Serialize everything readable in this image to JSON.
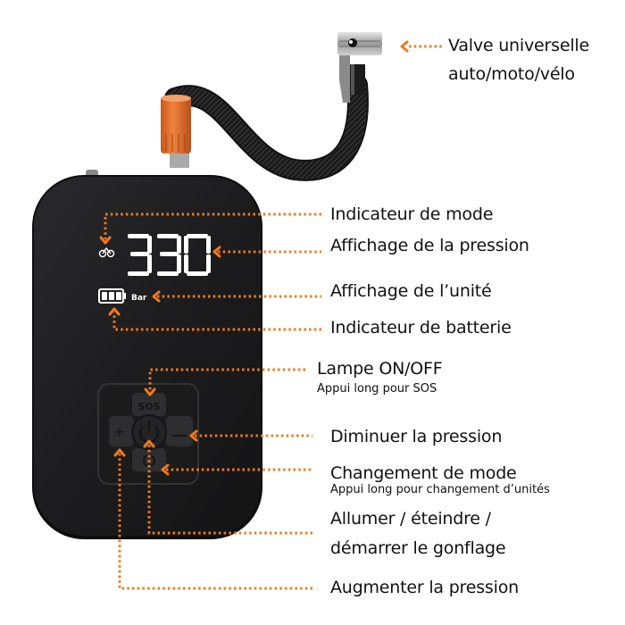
{
  "product": {
    "display": {
      "pressure_value": "330",
      "unit": "Bar",
      "mode_icon": "bicycle-icon",
      "battery_icon": "battery-full-icon",
      "battery_bars": 3
    },
    "buttons": {
      "top": "SOS",
      "left": "+",
      "right": "−",
      "center": "power-icon",
      "bottom": "mode-cycle-icon"
    }
  },
  "annotations": [
    {
      "id": "valve",
      "lines": [
        "Valve universelle",
        "auto/moto/vélo"
      ]
    },
    {
      "id": "mode",
      "label": "Indicateur de mode"
    },
    {
      "id": "pressure",
      "label": "Affichage de la pression"
    },
    {
      "id": "unit",
      "label": "Affichage de l’unité"
    },
    {
      "id": "battery",
      "label": "Indicateur de batterie"
    },
    {
      "id": "lamp",
      "label": "Lampe ON/OFF",
      "sub": "Appui long pour SOS"
    },
    {
      "id": "decrease",
      "label": "Diminuer la pression"
    },
    {
      "id": "mode-change",
      "label": "Changement de mode",
      "sub": "Appui long pour changement d’unités"
    },
    {
      "id": "power",
      "lines": [
        "Allumer / éteindre /",
        "démarrer le gonflage"
      ]
    },
    {
      "id": "increase",
      "label": "Augmenter la pression"
    }
  ],
  "colors": {
    "accent": "#F07A1E",
    "body": "#1E1E20",
    "display_text": "#FFFFFF",
    "label_text": "#111111"
  }
}
